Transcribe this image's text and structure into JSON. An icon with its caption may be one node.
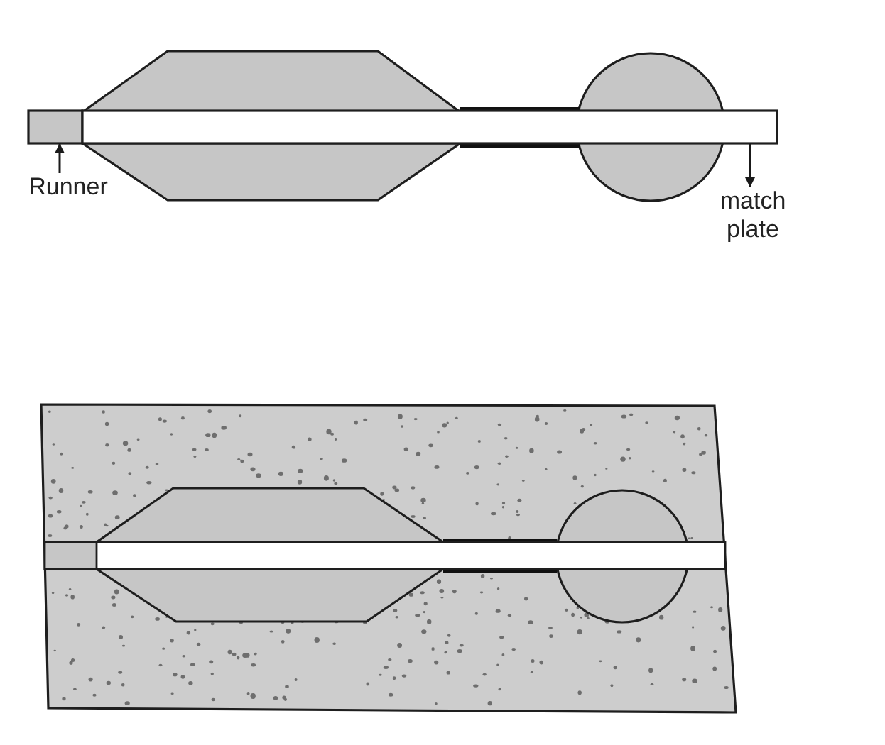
{
  "diagram": {
    "nodes": [
      {
        "text": [
          "Runner"
        ]
      },
      {
        "text": [],
        "shape": "box"
      },
      {
        "text": [
          "match plate"
        ]
      },
      {
        "text": [],
        "shape": "box"
      }
    ],
    "edges": [
      {
        "from": 0,
        "to": 1,
        "arrow": "to"
      },
      {
        "from": 3,
        "to": 2,
        "arrow": "to"
      }
    ]
  }
}
